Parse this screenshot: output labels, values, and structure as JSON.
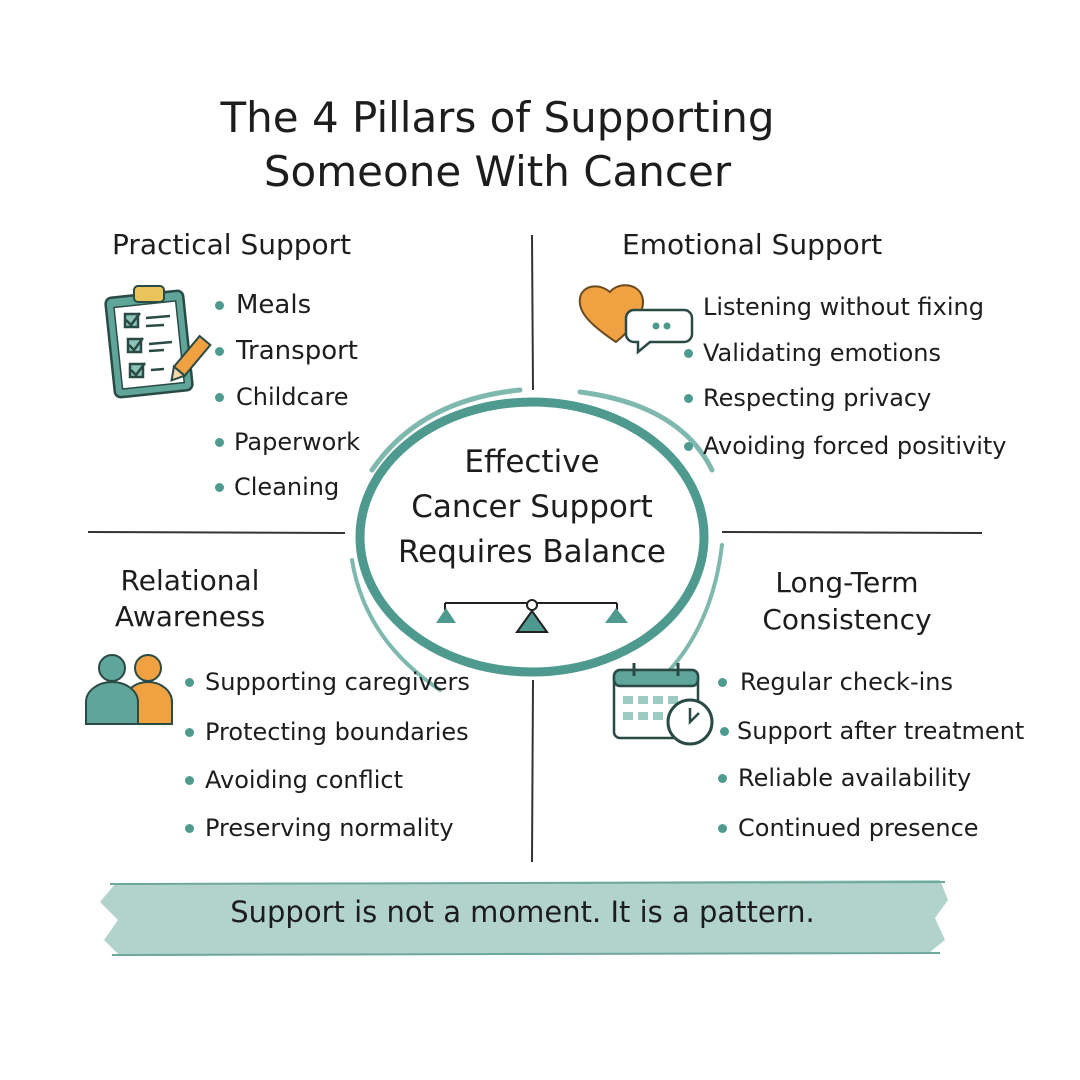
{
  "title": {
    "line1": "The 4 Pillars of Supporting",
    "line2": "Someone With Cancer"
  },
  "colors": {
    "teal": "#4e9a8f",
    "orange": "#f0a243",
    "banner": "#a8cec6",
    "ink": "#1d1d1d"
  },
  "center": {
    "line1": "Effective",
    "line2": "Cancer Support",
    "line3": "Requires Balance",
    "icon": "balance-scale-icon"
  },
  "practical": {
    "heading": "Practical Support",
    "icon": "clipboard-checklist-icon",
    "items": [
      "Meals",
      "Transport",
      "Childcare",
      "Paperwork",
      "Cleaning"
    ]
  },
  "emotional": {
    "heading": "Emotional Support",
    "icon": "heart-chat-icon",
    "items": [
      "Listening without fixing",
      "Validating emotions",
      "Respecting privacy",
      "Avoiding forced positivity"
    ]
  },
  "relational": {
    "heading_line1": "Relational",
    "heading_line2": "Awareness",
    "icon": "people-icon",
    "items": [
      "Supporting caregivers",
      "Protecting boundaries",
      "Avoiding conflict",
      "Preserving normality"
    ]
  },
  "longterm": {
    "heading_line1": "Long-Term",
    "heading_line2": "Consistency",
    "icon": "calendar-clock-icon",
    "items": [
      "Regular check-ins",
      "Support after treatment",
      "Reliable availability",
      "Continued presence"
    ]
  },
  "banner": {
    "text": "Support is not a moment. It is a pattern."
  }
}
